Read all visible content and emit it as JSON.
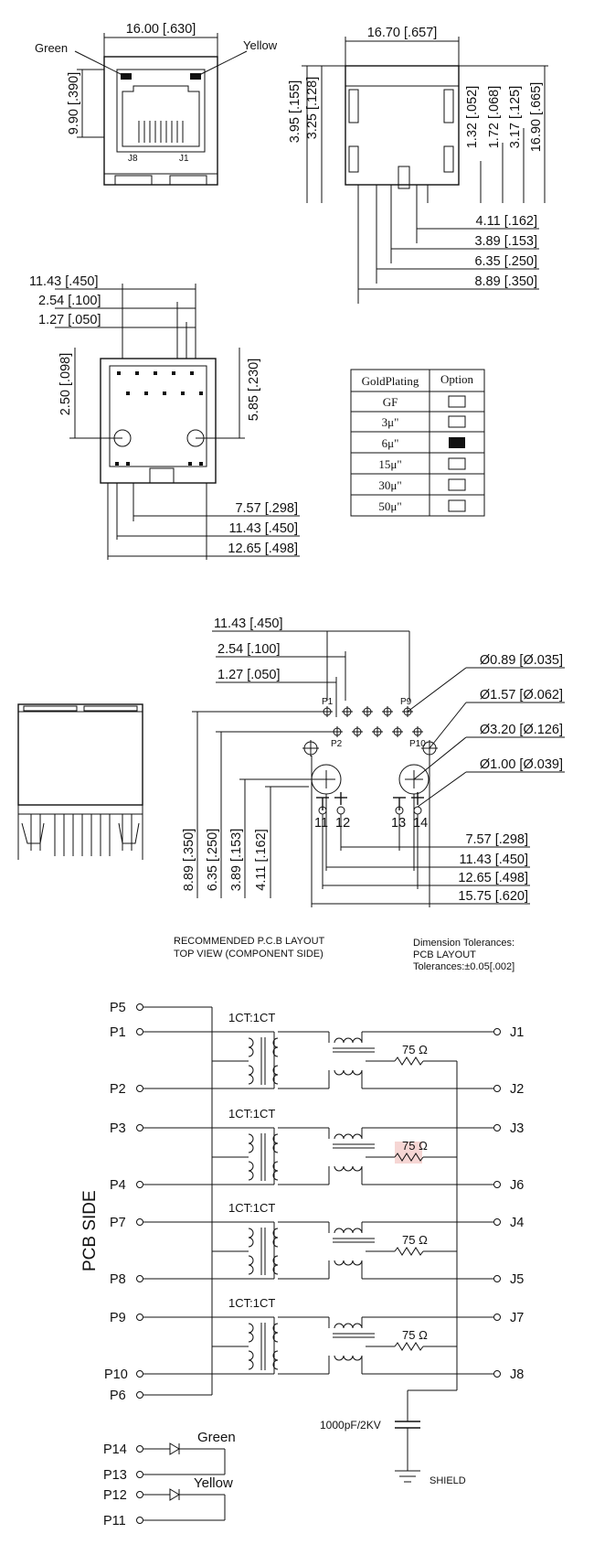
{
  "front_view": {
    "width": "16.00 [.630]",
    "height": "9.90 [.390]",
    "led_left": "Green",
    "led_right": "Yellow",
    "pin_left": "J8",
    "pin_right": "J1"
  },
  "side_view": {
    "width": "16.70 [.657]",
    "dims_left": [
      "3.95 [.155]",
      "3.25 [.128]"
    ],
    "dims_right": [
      "1.32 [.052]",
      "1.72 [.068]",
      "3.17 [.125]",
      "16.90 [.665]"
    ],
    "dims_bottom": [
      "4.11 [.162]",
      "3.89 [.153]",
      "6.35 [.250]",
      "8.89 [.350]"
    ]
  },
  "bottom_view": {
    "dims_top": [
      "11.43 [.450]",
      "2.54 [.100]",
      "1.27 [.050]"
    ],
    "dim_left": "2.50 [.098]",
    "dim_right": "5.85 [.230]",
    "dims_bottom": [
      "7.57 [.298]",
      "11.43 [.450]",
      "12.65 [.498]"
    ]
  },
  "plating_table": {
    "headers": [
      "GoldPlating",
      "Option"
    ],
    "rows": [
      {
        "label": "GF",
        "selected": false
      },
      {
        "label": "3μ\"",
        "selected": false
      },
      {
        "label": "6μ\"",
        "selected": true
      },
      {
        "label": "15μ\"",
        "selected": false
      },
      {
        "label": "30μ\"",
        "selected": false
      },
      {
        "label": "50μ\"",
        "selected": false
      }
    ]
  },
  "pcb_layout": {
    "dims_top": [
      "11.43 [.450]",
      "2.54 [.100]",
      "1.27 [.050]"
    ],
    "holes": [
      "Ø0.89 [Ø.035]",
      "Ø1.57 [Ø.062]",
      "Ø3.20 [Ø.126]",
      "Ø1.00 [Ø.039]"
    ],
    "dims_left": [
      "8.89 [.350]",
      "6.35 [.250]",
      "3.89 [.153]",
      "4.11 [.162]"
    ],
    "dims_bottom": [
      "7.57 [.298]",
      "11.43 [.450]",
      "12.65 [.498]",
      "15.75 [.620]"
    ],
    "pin_labels": [
      "P1",
      "P2",
      "P9",
      "P10",
      "11",
      "12",
      "13",
      "14"
    ],
    "caption": [
      "RECOMMENDED P.C.B LAYOUT",
      "TOP VIEW (COMPONENT SIDE)"
    ],
    "tolerance": [
      "Dimension Tolerances:",
      "PCB LAYOUT",
      "Tolerances:±0.05[.002]"
    ]
  },
  "schematic": {
    "side_label": "PCB SIDE",
    "top_left": "P5",
    "channels": [
      {
        "ratio": "1CT:1CT",
        "in_top": "P1",
        "in_bot": "P2",
        "out_top": "J1",
        "out_bot": "J2",
        "resistor": "75 Ω"
      },
      {
        "ratio": "1CT:1CT",
        "in_top": "P3",
        "in_bot": "P4",
        "out_top": "J3",
        "out_bot": "J6",
        "resistor": "75 Ω"
      },
      {
        "ratio": "1CT:1CT",
        "in_top": "P7",
        "in_bot": "P8",
        "out_top": "J4",
        "out_bot": "J5",
        "resistor": "75 Ω"
      },
      {
        "ratio": "1CT:1CT",
        "in_top": "P9",
        "in_bot": "P10",
        "out_top": "J7",
        "out_bot": "J8",
        "resistor": "75 Ω"
      }
    ],
    "bottom_left": "P6",
    "capacitor": "1000pF/2KV",
    "ground": "SHIELD",
    "leds": [
      {
        "anode": "P14",
        "cathode": "P13",
        "color": "Green"
      },
      {
        "anode": "P12",
        "cathode": "P11",
        "color": "Yellow"
      }
    ]
  }
}
